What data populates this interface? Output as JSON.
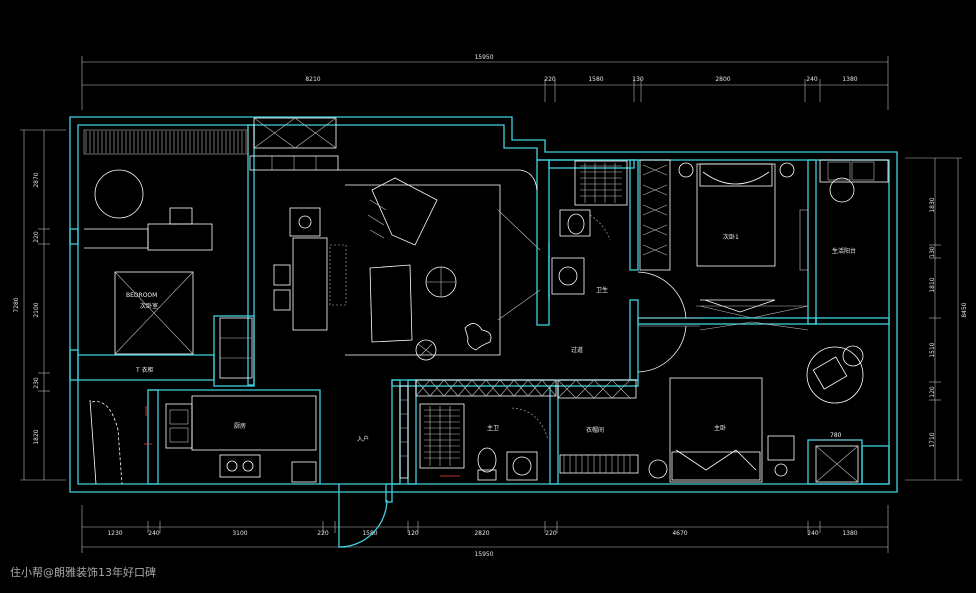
{
  "dims": {
    "top_total": "15950",
    "top": [
      "8210",
      "220",
      "1580",
      "130",
      "2800",
      "240",
      "1380"
    ],
    "bottom": [
      "1230",
      "240",
      "3100",
      "220",
      "1580",
      "120",
      "2820",
      "220",
      "4670",
      "240",
      "1380"
    ],
    "bottom_total": "15950",
    "left": [
      "2870",
      "220",
      "2100",
      "230",
      "1820"
    ],
    "left_total": "7280",
    "right": [
      "1830",
      "130",
      "1810",
      "1510",
      "120",
      "1710"
    ],
    "right_total": "8450",
    "wardrobe_width": "780"
  },
  "rooms": {
    "bedroom_en": "BEDROOM",
    "bedroom_cn": "次卧室",
    "bedroom_foot": "T 衣柜",
    "kitchen": "厨房",
    "entry": "入户",
    "bath": "卫生",
    "corridor": "过道",
    "cloakroom": "衣帽间",
    "master_bath": "主卫",
    "master_bed": "主卧",
    "bed_one": "次卧1",
    "sun_terrace": "生活阳台"
  },
  "watermark": "住小帮@朗雅装饰13年好口碑",
  "colors": {
    "wall": "#3fd0dc",
    "line": "#ffffff",
    "text": "#e6e6e6",
    "background": "#000000"
  }
}
